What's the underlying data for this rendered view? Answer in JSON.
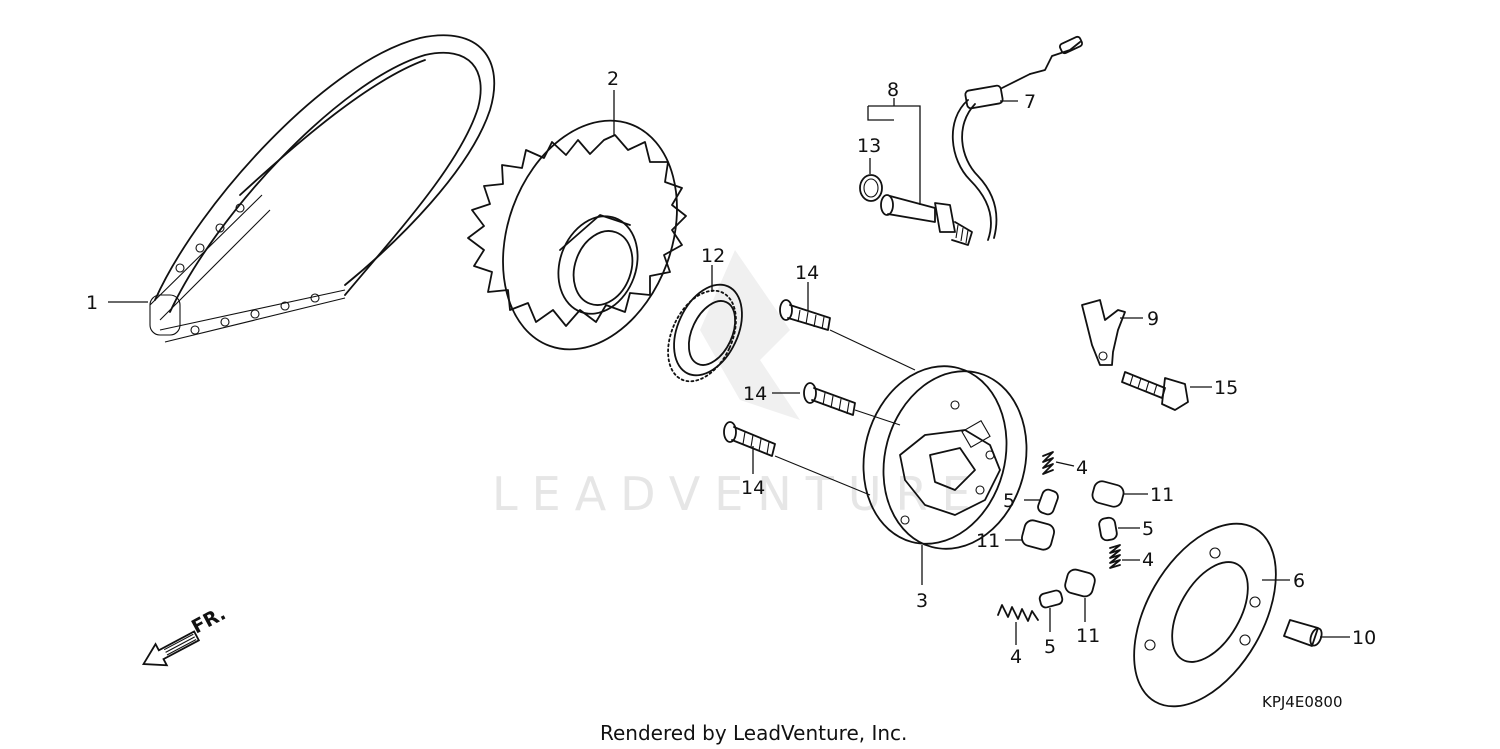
{
  "watermark_text": "LEADVENTURE",
  "footer_text": "Rendered by LeadVenture, Inc.",
  "diagram_code": "KPJ4E0800",
  "front_indicator": "FR.",
  "callouts": {
    "c1": "1",
    "c2": "2",
    "c3": "3",
    "c4a": "4",
    "c4b": "4",
    "c4c": "4",
    "c5a": "5",
    "c5b": "5",
    "c5c": "5",
    "c6": "6",
    "c7": "7",
    "c8": "8",
    "c9": "9",
    "c10": "10",
    "c11a": "11",
    "c11b": "11",
    "c11c": "11",
    "c12": "12",
    "c13": "13",
    "c14a": "14",
    "c14b": "14",
    "c14c": "14",
    "c15": "15"
  },
  "colors": {
    "line": "#111111",
    "watermark": "#e6e6e6",
    "background": "#ffffff"
  }
}
